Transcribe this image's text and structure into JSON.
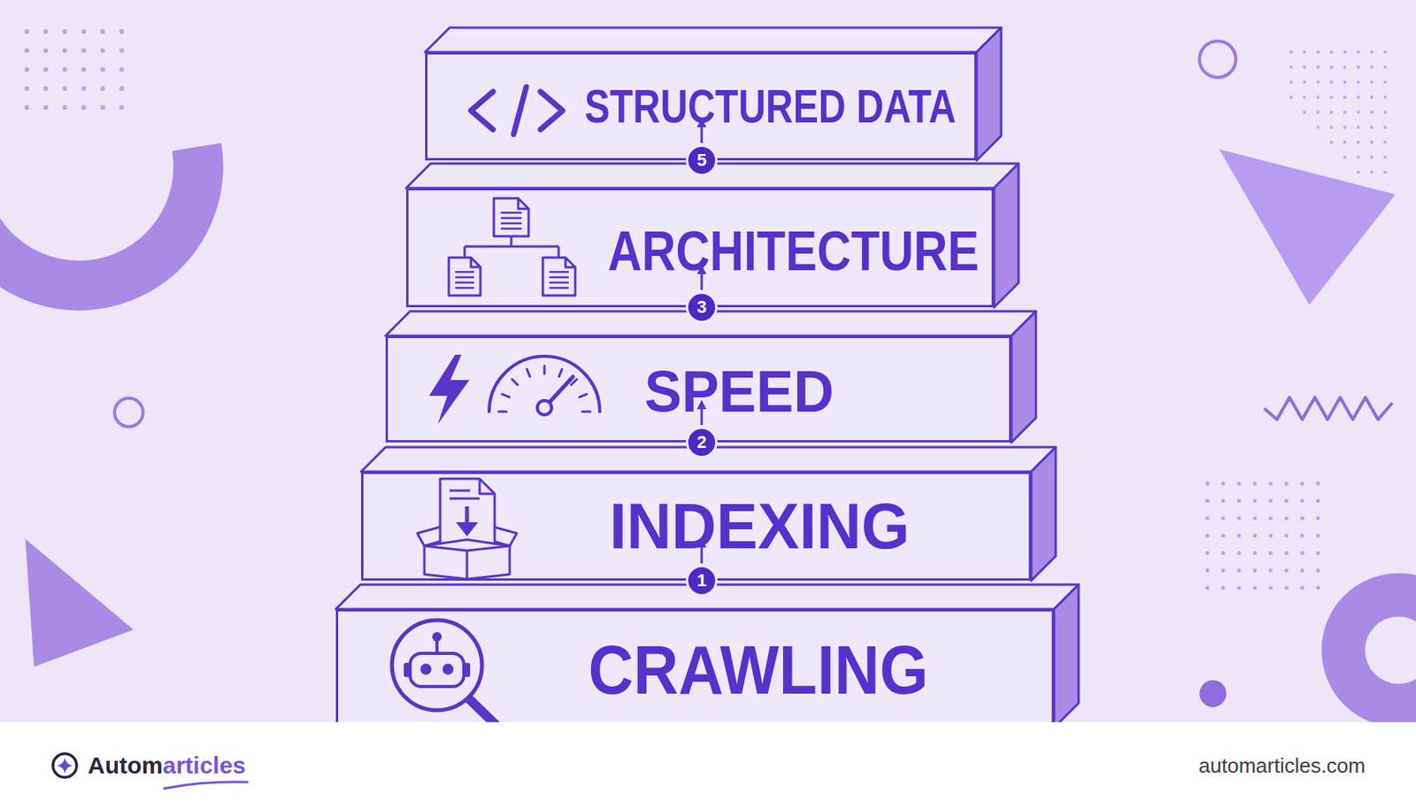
{
  "diagram": {
    "nodes": [
      {
        "text": [
          "STRUCTURED DATA"
        ]
      },
      {
        "text": [
          "ARCHITECTURE"
        ]
      },
      {
        "text": [
          "SPEED"
        ]
      },
      {
        "text": [
          "INDEXING"
        ]
      },
      {
        "text": [
          "CRAWLING"
        ]
      }
    ],
    "labels": [
      "5",
      "3",
      "2",
      "1",
      "Autom",
      "articles",
      "automarticles.com"
    ]
  }
}
